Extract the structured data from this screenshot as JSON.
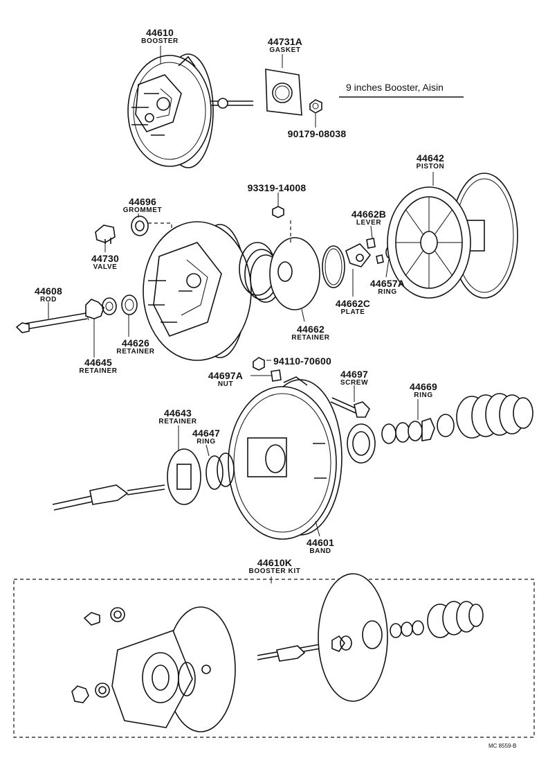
{
  "parts": [
    {
      "id": "p44610",
      "number": "44610",
      "name": "BOOSTER"
    },
    {
      "id": "p44731A",
      "number": "44731A",
      "name": "GASKET"
    },
    {
      "id": "p90179",
      "number": "90179-08038",
      "name": ""
    },
    {
      "id": "p44642",
      "number": "44642",
      "name": "PISTON"
    },
    {
      "id": "p44696",
      "number": "44696",
      "name": "GROMMET"
    },
    {
      "id": "p93319",
      "number": "93319-14008",
      "name": ""
    },
    {
      "id": "p44662B",
      "number": "44662B",
      "name": "LEVER"
    },
    {
      "id": "p44730",
      "number": "44730",
      "name": "VALVE"
    },
    {
      "id": "p44657A",
      "number": "44657A",
      "name": "RING"
    },
    {
      "id": "p44608",
      "number": "44608",
      "name": "ROD"
    },
    {
      "id": "p44662C",
      "number": "44662C",
      "name": "PLATE"
    },
    {
      "id": "p44626",
      "number": "44626",
      "name": "RETAINER"
    },
    {
      "id": "p44662",
      "number": "44662",
      "name": "RETAINER"
    },
    {
      "id": "p44645",
      "number": "44645",
      "name": "RETAINER"
    },
    {
      "id": "p94110",
      "number": "94110-70600",
      "name": ""
    },
    {
      "id": "p44697A",
      "number": "44697A",
      "name": "NUT"
    },
    {
      "id": "p44697",
      "number": "44697",
      "name": "SCREW"
    },
    {
      "id": "p44669",
      "number": "44669",
      "name": "RING"
    },
    {
      "id": "p44643",
      "number": "44643",
      "name": "RETAINER"
    },
    {
      "id": "p44647",
      "number": "44647",
      "name": "RING"
    },
    {
      "id": "p44601",
      "number": "44601",
      "name": "BAND"
    },
    {
      "id": "p44610K",
      "number": "44610K",
      "name": "BOOSTER KIT"
    }
  ],
  "note": "9 inches Booster, Aisin",
  "diagram_code": "MC 8559-B"
}
